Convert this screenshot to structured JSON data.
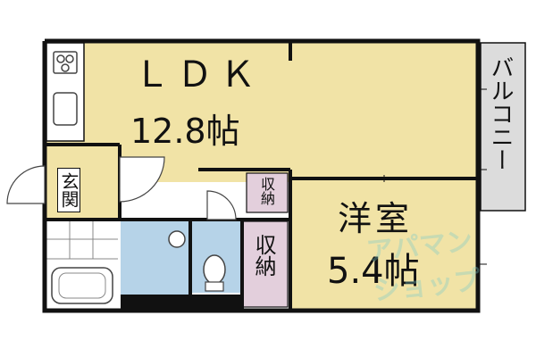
{
  "rooms": {
    "ldk": {
      "name": "ＬＤＫ",
      "size": "12.8帖"
    },
    "bedroom": {
      "name": "洋室",
      "size": "5.4帖"
    },
    "entrance": {
      "name": "玄関"
    },
    "storage_small": {
      "name": "収納"
    },
    "storage_large": {
      "name": "収納"
    },
    "balcony": {
      "name": "バルコニー"
    }
  },
  "watermark": {
    "line1": "アパマン",
    "line2": "ショップ"
  },
  "colors": {
    "room_fill": "#f1e3a6",
    "wet_fill": "#b6d3e8",
    "storage_fill": "#e3cfdc",
    "balcony_fill": "#dcdcdc",
    "wall": "#111111"
  }
}
